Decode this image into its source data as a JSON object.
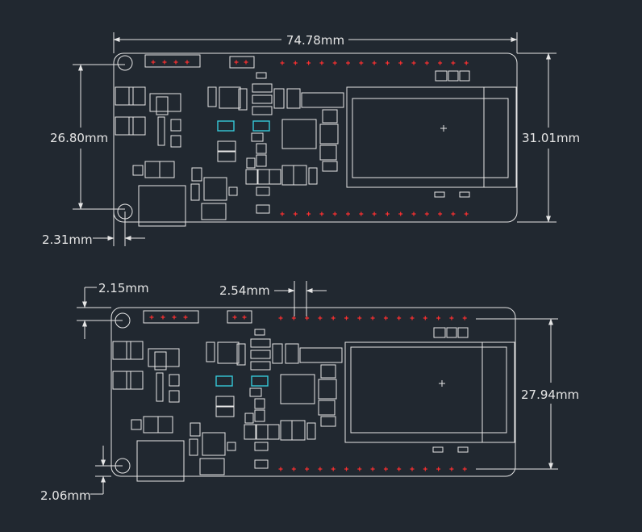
{
  "colors": {
    "background": "#212830",
    "line": "#e6e6e6",
    "pad": "#ff3030",
    "highlight": "#36c8d8"
  },
  "top_view": {
    "width_label": "74.78mm",
    "height_label": "31.01mm",
    "hole_spacing_label": "26.80mm",
    "hole_offset_label": "2.31mm"
  },
  "bottom_view": {
    "hole_top_offset_label": "2.15mm",
    "pin_pitch_label": "2.54mm",
    "header_span_label": "27.94mm",
    "hole_bottom_offset_label": "2.06mm"
  }
}
